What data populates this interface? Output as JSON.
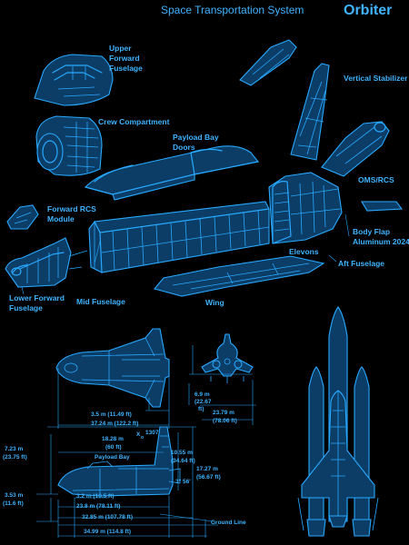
{
  "header": {
    "system": "Space Transportation System",
    "title": "Orbiter"
  },
  "labels": {
    "upper_forward_fuselage": [
      "Upper",
      "Forward",
      "Fuselage"
    ],
    "crew_compartment": "Crew Compartment",
    "payload_bay_doors": [
      "Payload Bay",
      "Doors"
    ],
    "vertical_stabilizer": "Vertical Stabilizer",
    "oms_rcs": "OMS/RCS",
    "forward_rcs_module": [
      "Forward RCS",
      "Module"
    ],
    "body_flap": [
      "Body Flap",
      "Aluminum 2024"
    ],
    "elevons": "Elevons",
    "aft_fuselage": "Aft Fuselage",
    "lower_forward_fuselage": [
      "Lower Forward",
      "Fuselage"
    ],
    "mid_fuselage": "Mid Fuselage",
    "wing": "Wing"
  },
  "dimensions": {
    "d_3_5": "3.5 m (11.49 ft)",
    "d_37_24": "37.24 m (122.2 ft)",
    "d_6_9": [
      "6.9 m",
      "(22.67",
      "ft)"
    ],
    "d_23_79": [
      "23.79 m",
      "(78.06 ft)"
    ],
    "d_7_23": [
      "7.23 m",
      "(23.75 ft)"
    ],
    "d_18_28": [
      "18.28 m",
      "(60 ft)"
    ],
    "payload_bay": "Payload Bay",
    "xo": "X",
    "xo_sub": "o",
    "xo_val": "1307",
    "d_10_55": [
      "10.55 m",
      "(34.64 ft)"
    ],
    "d_17_27": [
      "17.27 m",
      "(56.67 ft)"
    ],
    "angle": "3° 56'",
    "d_3_53": [
      "3.53 m",
      "(11.6 ft)"
    ],
    "d_3_2": "3.2 m (10.5 ft)",
    "d_23_8": "23.8 m (78.11 ft)",
    "d_32_85": "32.85 m (107.78 ft)",
    "d_34_99": "34.99 m (114.8 ft)",
    "ground_line": "Ground Line"
  }
}
